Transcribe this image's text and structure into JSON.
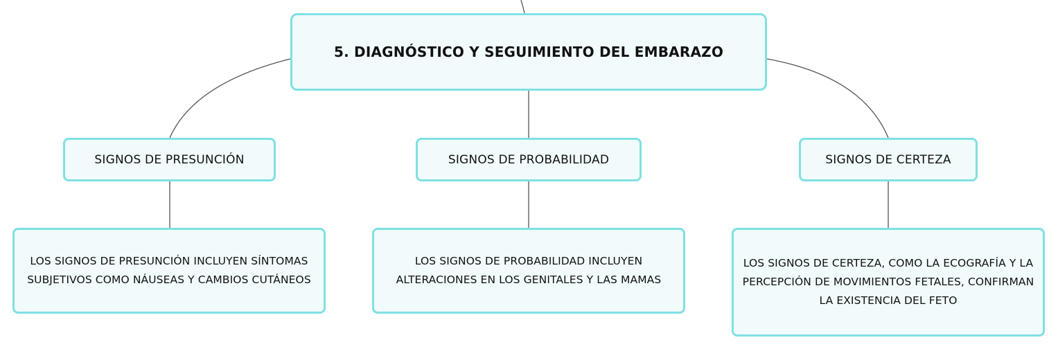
{
  "root": {
    "label": "5. DIAGNÓSTICO Y SEGUIMIENTO DEL EMBARAZO"
  },
  "branches": [
    {
      "label": "SIGNOS DE PRESUNCIÓN",
      "detail": "LOS SIGNOS DE PRESUNCIÓN INCLUYEN SÍNTOMAS SUBJETIVOS COMO NÁUSEAS Y CAMBIOS CUTÁNEOS"
    },
    {
      "label": "SIGNOS DE PROBABILIDAD",
      "detail": "LOS SIGNOS DE PROBABILIDAD INCLUYEN ALTERACIONES EN LOS GENITALES Y LAS MAMAS"
    },
    {
      "label": "SIGNOS DE CERTEZA",
      "detail": "LOS SIGNOS DE CERTEZA, COMO LA ECOGRAFÍA Y LA PERCEPCIÓN DE MOVIMIENTOS FETALES, CONFIRMAN LA EXISTENCIA DEL FETO"
    }
  ],
  "colors": {
    "node_border": "#7fe0e2",
    "node_fill": "#f1fbfc",
    "connector": "#555555"
  }
}
